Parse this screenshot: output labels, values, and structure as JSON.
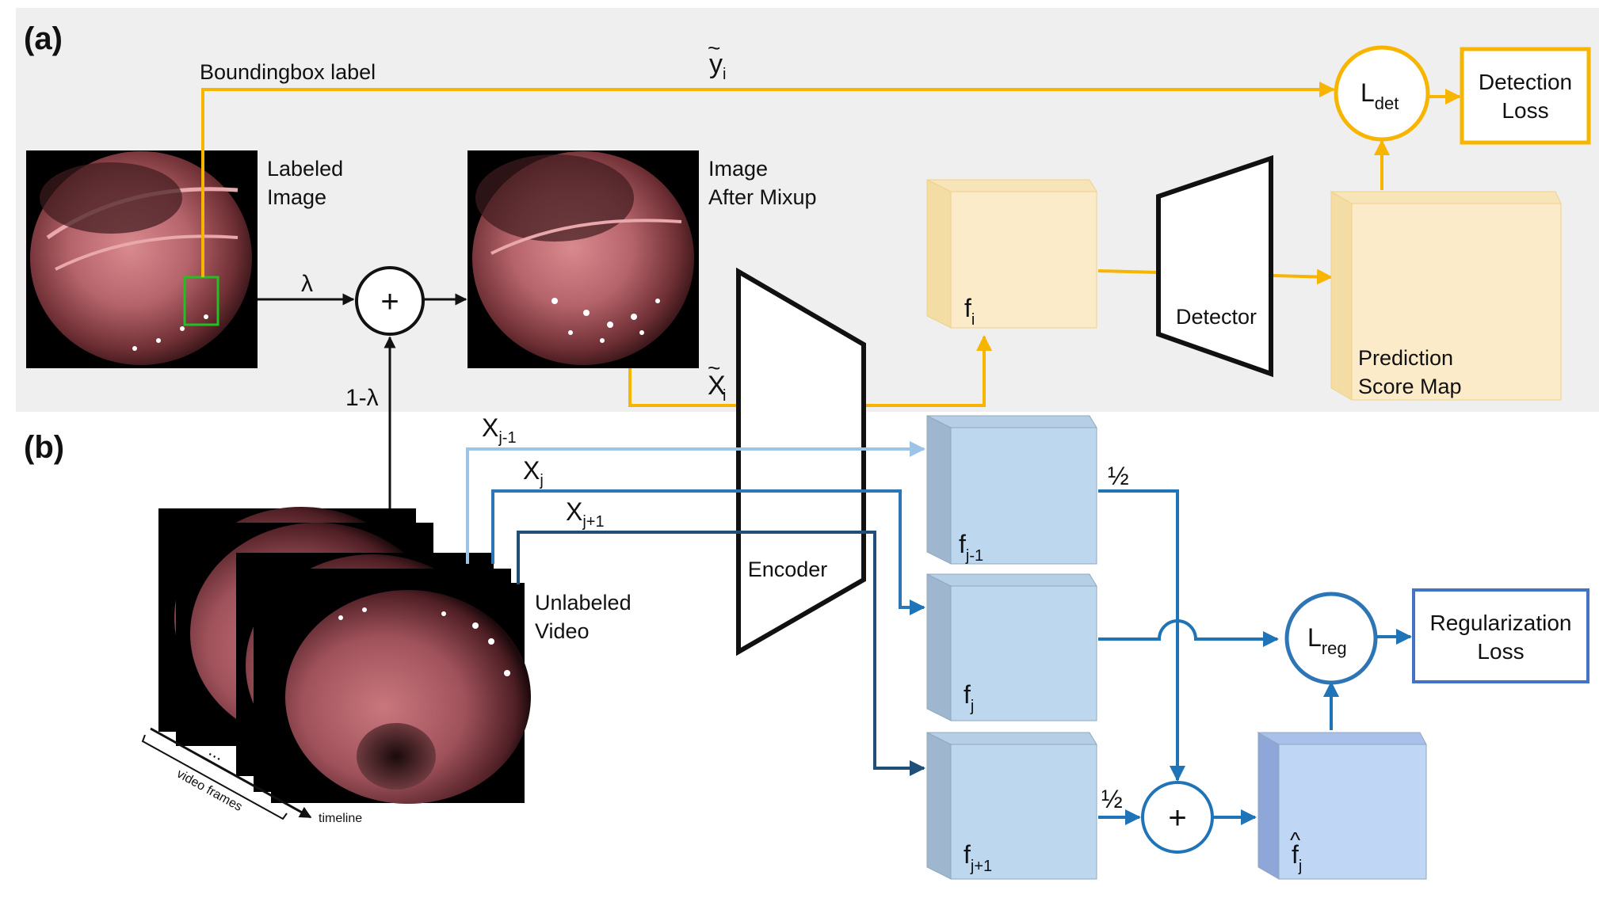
{
  "section_a": {
    "tag": "(a)",
    "bbox_label": "Boundingbox label",
    "y_label_main": "y",
    "y_label_sub": "i",
    "labeled_image_line1": "Labeled",
    "labeled_image_line2": "Image",
    "lambda": "λ",
    "plus": "+",
    "one_minus_lambda": "1-λ",
    "mixup_line1": "Image",
    "mixup_line2": "After Mixup",
    "x_label_main": "X",
    "x_label_sub": "i",
    "fi_main": "f",
    "fi_sub": "i",
    "detector": "Detector",
    "pred_line1": "Prediction",
    "pred_line2": "Score Map",
    "ldet_main": "L",
    "ldet_sub": "det",
    "det_loss_line1": "Detection",
    "det_loss_line2": "Loss"
  },
  "section_b": {
    "tag": "(b)",
    "encoder": "Encoder",
    "xj1_main": "X",
    "xj1_sub": "j-1",
    "xj_main": "X",
    "xj_sub": "j",
    "xjp_main": "X",
    "xjp_sub": "j+1",
    "unlabeled_line1": "Unlabeled",
    "unlabeled_line2": "Video",
    "video_frames": "video frames",
    "dots": "...",
    "timeline": "timeline",
    "fj1_main": "f",
    "fj1_sub": "j-1",
    "fj_main": "f",
    "fj_sub": "j",
    "fjp_main": "f",
    "fjp_sub": "j+1",
    "half_top": "½",
    "half_bottom": "½",
    "plus": "+",
    "fhat_main": "f",
    "fhat_sub": "j",
    "fhat_hat": "^",
    "lreg_main": "L",
    "lreg_sub": "reg",
    "reg_loss_line1": "Regularization",
    "reg_loss_line2": "Loss"
  },
  "colors": {
    "yellow": "#F7B500",
    "yellow_fill": "#FBEBC8",
    "blue_dark": "#1F4E79",
    "blue_mid": "#2E75B6",
    "blue_light": "#9DC3E6",
    "blue_fill": "#BDD7EE",
    "panel_grey": "#EFEFEF"
  }
}
